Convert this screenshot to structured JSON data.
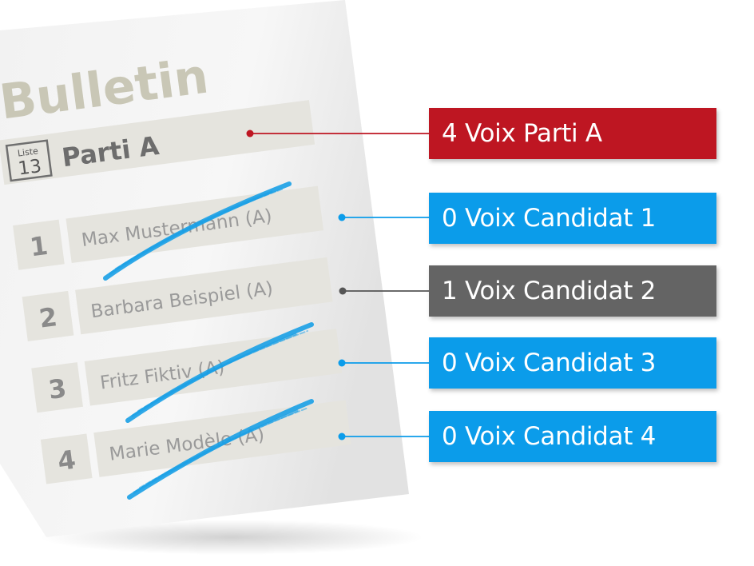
{
  "ballot": {
    "title": "Bulletin",
    "list_label": "Liste",
    "list_number": "13",
    "party": "Parti A",
    "candidates": [
      {
        "number": "1",
        "name": "Max Mustermann (A)",
        "crossed": true
      },
      {
        "number": "2",
        "name": "Barbara Beispiel (A)",
        "crossed": false
      },
      {
        "number": "3",
        "name": "Fritz Fiktiv (A)",
        "crossed": true
      },
      {
        "number": "4",
        "name": "Marie Modèle (A)",
        "crossed": true
      }
    ]
  },
  "labels": [
    {
      "text": "4 Voix Parti A",
      "color": "#be1622"
    },
    {
      "text": "0 Voix Candidat 1",
      "color": "#0b9cea"
    },
    {
      "text": "1 Voix Candidat 2",
      "color": "#646464"
    },
    {
      "text": "0 Voix Candidat 3",
      "color": "#0b9cea"
    },
    {
      "text": "0 Voix Candidat 4",
      "color": "#0b9cea"
    }
  ],
  "colors": {
    "title_text": "#c9c7b6",
    "box_fill": "#e5e4de",
    "number_text": "#8a8a8a",
    "name_text": "#9a9a9a",
    "strike": "#1aa0e6"
  }
}
